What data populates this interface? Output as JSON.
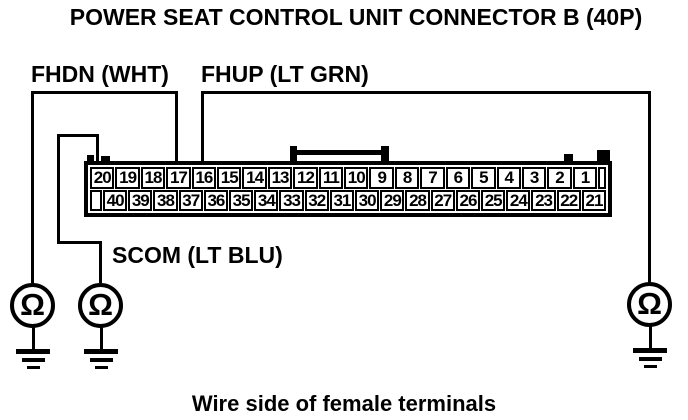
{
  "title": "POWER SEAT CONTROL UNIT CONNECTOR B (40P)",
  "caption": "Wire side of female terminals",
  "signals": [
    {
      "name": "FHDN",
      "wire_color": "WHT",
      "label": "FHDN (WHT)",
      "pin": 17
    },
    {
      "name": "FHUP",
      "wire_color": "LT GRN",
      "label": "FHUP (LT GRN)",
      "pin": 16
    },
    {
      "name": "SCOM",
      "wire_color": "LT BLU",
      "label": "SCOM (LT BLU)",
      "pin": 20
    }
  ],
  "connector": {
    "pin_count_label": "40P",
    "top_row_pins": [
      "20",
      "19",
      "18",
      "17",
      "16",
      "15",
      "14",
      "13",
      "12",
      "11",
      "10",
      "9",
      "8",
      "7",
      "6",
      "5",
      "4",
      "3",
      "2",
      "1"
    ],
    "bottom_row_pins": [
      "40",
      "39",
      "38",
      "37",
      "36",
      "35",
      "34",
      "33",
      "32",
      "31",
      "30",
      "29",
      "28",
      "27",
      "26",
      "25",
      "24",
      "23",
      "22",
      "21"
    ]
  },
  "meter": {
    "symbol": "Ω",
    "kind": "ohmmeter-to-ground"
  },
  "colors": {
    "ink": "#000000",
    "background": "#ffffff"
  }
}
